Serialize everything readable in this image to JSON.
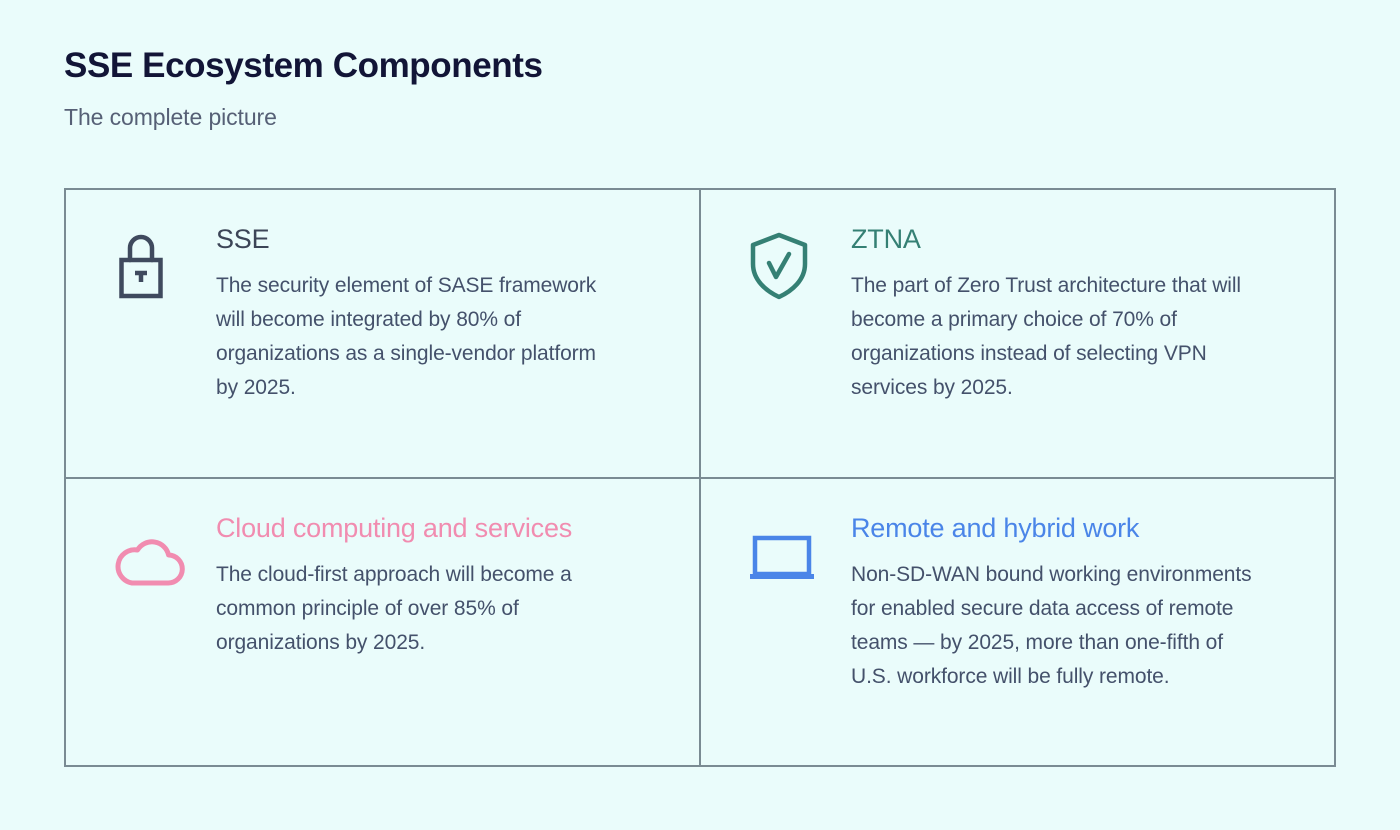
{
  "header": {
    "title": "SSE Ecosystem Components",
    "subtitle": "The complete picture"
  },
  "colors": {
    "background": "#eafcfb",
    "title": "#121537",
    "subtitle": "#566076",
    "body_text": "#44516b",
    "grid_line": "#7a8b93",
    "sse_heading": "#3c4557",
    "ztna_heading": "#358074",
    "cloud_heading": "#f18cb0",
    "remote_heading": "#4a85e8"
  },
  "cards": [
    {
      "icon": "padlock-icon",
      "heading": "SSE",
      "text": "The security element of SASE framework will become integrated by 80% of organizations as a single-vendor platform by 2025."
    },
    {
      "icon": "shield-check-icon",
      "heading": "ZTNA",
      "text": "The part of Zero Trust architecture that will become a primary choice of 70% of organizations instead of selecting VPN services by 2025."
    },
    {
      "icon": "cloud-icon",
      "heading": "Cloud computing and services",
      "text": "The cloud-first approach will become a common principle of over 85% of organizations by 2025."
    },
    {
      "icon": "laptop-icon",
      "heading": "Remote and hybrid work",
      "text": "Non-SD-WAN bound working environments for enabled secure data access of remote teams — by 2025, more than one-fifth of U.S. workforce will be fully remote."
    }
  ]
}
